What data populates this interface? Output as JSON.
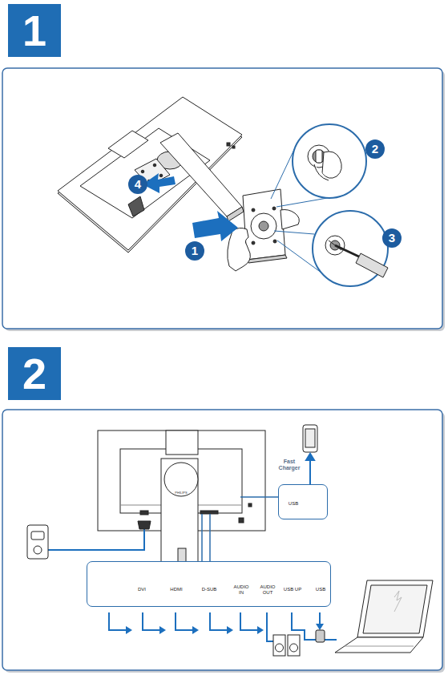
{
  "diagram": {
    "nodes": [
      {
        "text": [
          "1"
        ]
      },
      {
        "text": [
          "2"
        ]
      },
      {
        "text": [
          "4"
        ]
      },
      {
        "text": [
          "3"
        ]
      },
      {
        "text": [
          "1"
        ]
      },
      {
        "text": [
          "2"
        ]
      },
      {
        "text": [
          "USB"
        ]
      },
      {
        "text": [
          "DVI",
          "HDMI",
          "D-SUB",
          "AUDIO IN",
          "AUDIO OUT",
          "USB UP",
          "USB"
        ]
      }
    ],
    "labels": [
      "Fast Charger",
      "PHILIPS"
    ]
  }
}
